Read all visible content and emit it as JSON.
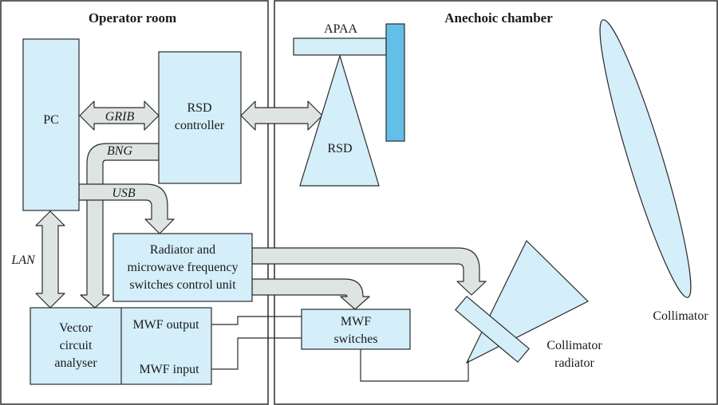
{
  "rooms": {
    "operator_room": "Operator room",
    "anechoic_chamber": "Anechoic chamber"
  },
  "blocks": {
    "pc": "PC",
    "rsd_controller": [
      "RSD",
      "controller"
    ],
    "radiator_unit": [
      "Radiator and",
      "microwave frequency",
      "switches control unit"
    ],
    "vector_analyser": [
      "Vector",
      "circuit",
      "analyser"
    ],
    "mwf_output": "MWF output",
    "mwf_input": "MWF input",
    "mwf_switches": [
      "MWF",
      "switches"
    ],
    "apaa": "APAA",
    "rsd": "RSD",
    "collimator": "Collimator",
    "collimator_radiator": [
      "Collimator",
      "radiator"
    ]
  },
  "links": {
    "grib": "GRIB",
    "bng": "BNG",
    "usb": "USB",
    "lan": "LAN"
  },
  "colors": {
    "block_fill": "#d4eefa",
    "apaa_fill": "#63bfe8",
    "arrow_fill": "#dde4e1",
    "stroke": "#2b2b2b"
  }
}
